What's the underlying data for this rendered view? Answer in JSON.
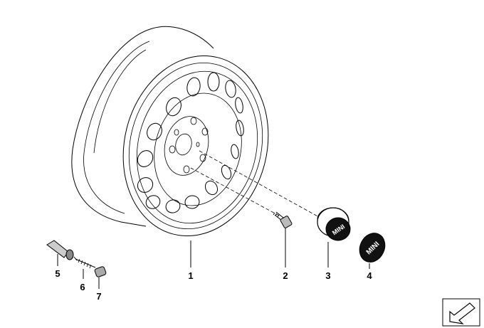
{
  "diagram": {
    "parts": [
      {
        "id": "1",
        "label": "1"
      },
      {
        "id": "2",
        "label": "2"
      },
      {
        "id": "3",
        "label": "3"
      },
      {
        "id": "4",
        "label": "4"
      },
      {
        "id": "5",
        "label": "5"
      },
      {
        "id": "6",
        "label": "6"
      },
      {
        "id": "7",
        "label": "7"
      }
    ],
    "center_cap_logo": "MINI",
    "emblem_logo": "MINI",
    "nav_icon": "arrow-icon"
  }
}
